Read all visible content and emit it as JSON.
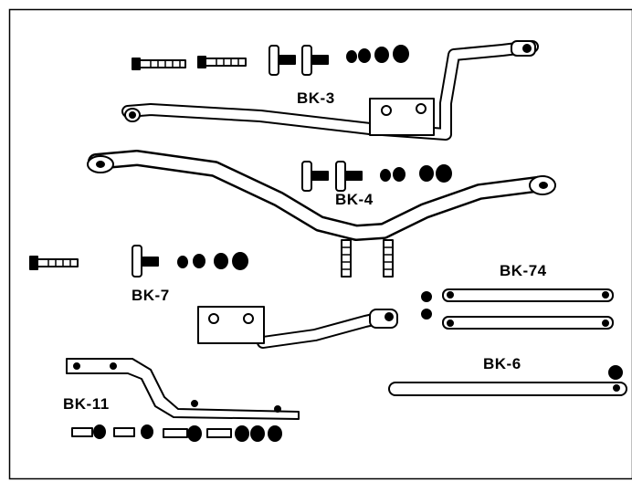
{
  "parts": [
    {
      "id": "bk3",
      "label": "BK-3"
    },
    {
      "id": "bk4",
      "label": "BK-4"
    },
    {
      "id": "bk7",
      "label": "BK-7"
    },
    {
      "id": "bk74",
      "label": "BK-74"
    },
    {
      "id": "bk6",
      "label": "BK-6"
    },
    {
      "id": "bk11",
      "label": "BK-11"
    }
  ]
}
